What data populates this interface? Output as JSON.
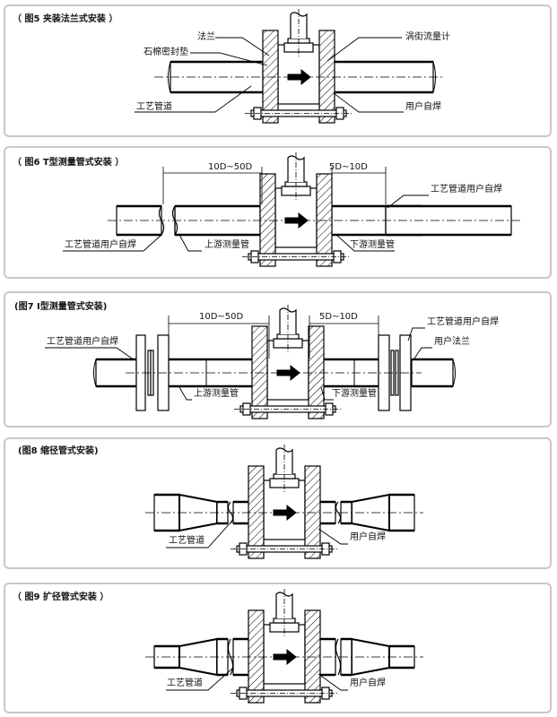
{
  "panels": [
    {
      "title": "（ 图5  夹装法兰式安装 ）",
      "labels": {
        "flange": "法兰",
        "gasket": "石棉密封垫",
        "meter": "涡街流量计",
        "pipe": "工艺管道",
        "weld": "用户自焊"
      }
    },
    {
      "title": "（ 图6  T型测量管式安装 ）",
      "dim_up": "10D~50D",
      "dim_down": "5D~10D",
      "labels": {
        "weld_right": "工艺管道用户自焊",
        "weld_left": "工艺管道用户自焊",
        "upstream": "上游测量管",
        "downstream": "下游测量管"
      }
    },
    {
      "title": "(图7  I型测量管式安装)",
      "dim_up": "10D~50D",
      "dim_down": "5D~10D",
      "labels": {
        "weld_left": "工艺管道用户自焊",
        "weld_right": "工艺管道用户自焊",
        "user_flange": "用户法兰",
        "upstream": "上游测量管",
        "downstream": "下游测量管"
      }
    },
    {
      "title": "(图8  缩径管式安装)",
      "labels": {
        "pipe": "工艺管道",
        "weld": "用户自焊"
      }
    },
    {
      "title": "（ 图9  扩径管式安装 ）",
      "labels": {
        "pipe": "工艺管道",
        "weld": "用户自焊"
      }
    }
  ]
}
